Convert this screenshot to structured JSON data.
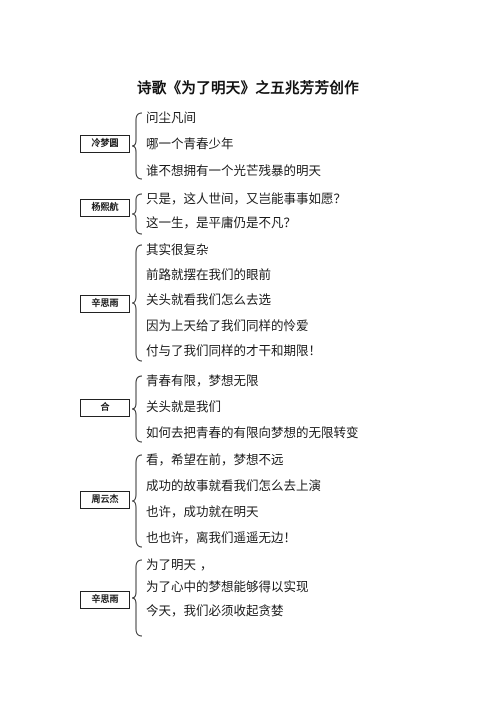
{
  "title": "诗歌《为了明天》之五兆芳芳创作",
  "sections": [
    {
      "speaker": "冷梦圆",
      "lines": [
        "问尘凡间",
        "哪一个青春少年",
        "谁不想拥有一个光芒残暴的明天"
      ]
    },
    {
      "speaker": "杨熙航",
      "lines": [
        "只是，这人世间，又岂能事事如愿？",
        "这一生，是平庸仍是不凡？"
      ]
    },
    {
      "speaker": "辛思雨",
      "lines": [
        "其实很复杂",
        "前路就摆在我们的眼前",
        "关头就看我们怎么去选",
        "因为上天给了我们同样的怜爱",
        "付与了我们同样的才干和期限！"
      ]
    },
    {
      "speaker": "合",
      "lines": [
        "青春有限，梦想无限",
        "关头就是我们",
        "如何去把青春的有限向梦想的无限转变"
      ]
    },
    {
      "speaker": "周云杰",
      "lines": [
        "看，希望在前，梦想不远",
        "成功的故事就看我们怎么去上演",
        "也许，成功就在明天",
        "也也许，离我们遥遥无边！"
      ]
    },
    {
      "speaker": "辛思雨",
      "lines": [
        "为了明天 ，",
        "为了心中的梦想能够得以实现",
        "今天，我们必须收起贪婪"
      ]
    }
  ]
}
